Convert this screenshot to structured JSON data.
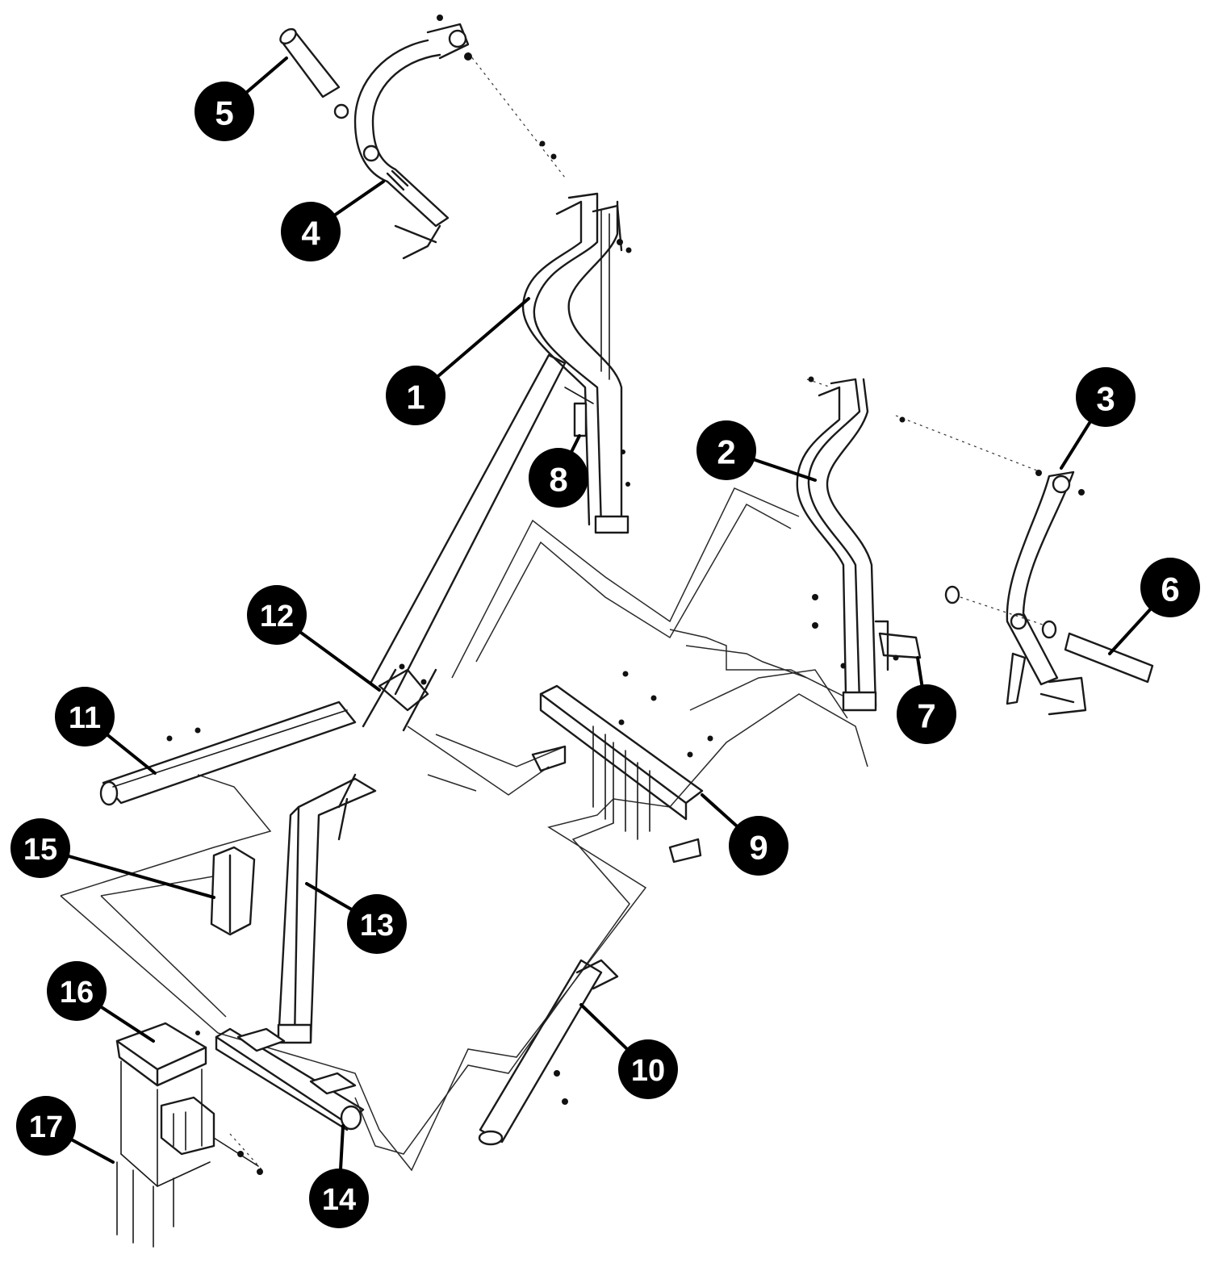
{
  "callouts": [
    {
      "id": "1",
      "label": "1"
    },
    {
      "id": "2",
      "label": "2"
    },
    {
      "id": "3",
      "label": "3"
    },
    {
      "id": "4",
      "label": "4"
    },
    {
      "id": "5",
      "label": "5"
    },
    {
      "id": "6",
      "label": "6"
    },
    {
      "id": "7",
      "label": "7"
    },
    {
      "id": "8",
      "label": "8"
    },
    {
      "id": "9",
      "label": "9"
    },
    {
      "id": "10",
      "label": "10"
    },
    {
      "id": "11",
      "label": "11"
    },
    {
      "id": "12",
      "label": "12"
    },
    {
      "id": "13",
      "label": "13"
    },
    {
      "id": "14",
      "label": "14"
    },
    {
      "id": "15",
      "label": "15"
    },
    {
      "id": "16",
      "label": "16"
    },
    {
      "id": "17",
      "label": "17"
    }
  ],
  "colors": {
    "line": "#1a1a1a",
    "callout_fill": "#000000",
    "callout_text": "#ffffff",
    "background": "#ffffff"
  }
}
